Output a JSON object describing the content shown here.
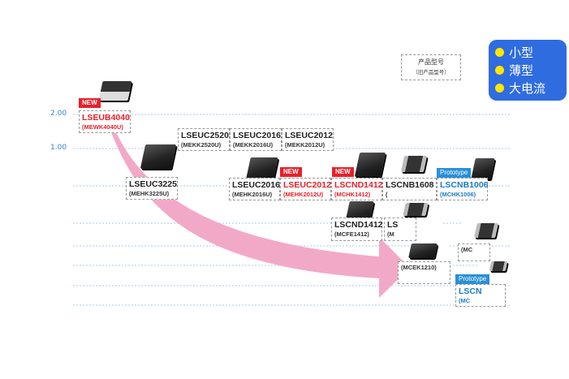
{
  "y_axis": {
    "ticks": [
      "2.00",
      "1.00"
    ]
  },
  "legend_key": {
    "name": "产品型号",
    "old_name": "（旧产品型号）"
  },
  "features": [
    "小型",
    "薄型",
    "大电流"
  ],
  "colors": {
    "new": "#e8202a",
    "prototype": "#2a8fd8",
    "legend_bg": "#2f6ce0",
    "arrow": "#f2a9c8"
  },
  "products": [
    {
      "name": "LSEUB4040",
      "old": "(MEWK4040U)",
      "badge": "NEW"
    },
    {
      "name": "LSEUC2520",
      "old": "(MEKK2520U)"
    },
    {
      "name": "LSEUC2016",
      "old": "(MEKK2016U)"
    },
    {
      "name": "LSEUC2012",
      "old": "(MEKK2012U)"
    },
    {
      "name": "LSEUC3225",
      "old": "(MEHK3225U)"
    },
    {
      "name": "LSEUC2016",
      "old": "(MEHK2016U)"
    },
    {
      "name": "LSEUC2012",
      "old": "(MEHK2012U)",
      "badge": "NEW"
    },
    {
      "name": "LSCND1412",
      "old": "(MCHK1412)",
      "badge": "NEW"
    },
    {
      "name": "LSCNB1608",
      "old": "("
    },
    {
      "name": "LSCNB1006",
      "old": "(MCHK1006)",
      "badge": "Prototype"
    },
    {
      "name": "LSCND1412",
      "old": "(MCFE1412)"
    },
    {
      "name": "LS",
      "old": "(M"
    },
    {
      "name": "",
      "old": "(MCEK1210)"
    },
    {
      "name": "",
      "old": "(MC"
    },
    {
      "name": "LSCN",
      "old": "(MC",
      "badge": "Prototype"
    }
  ]
}
